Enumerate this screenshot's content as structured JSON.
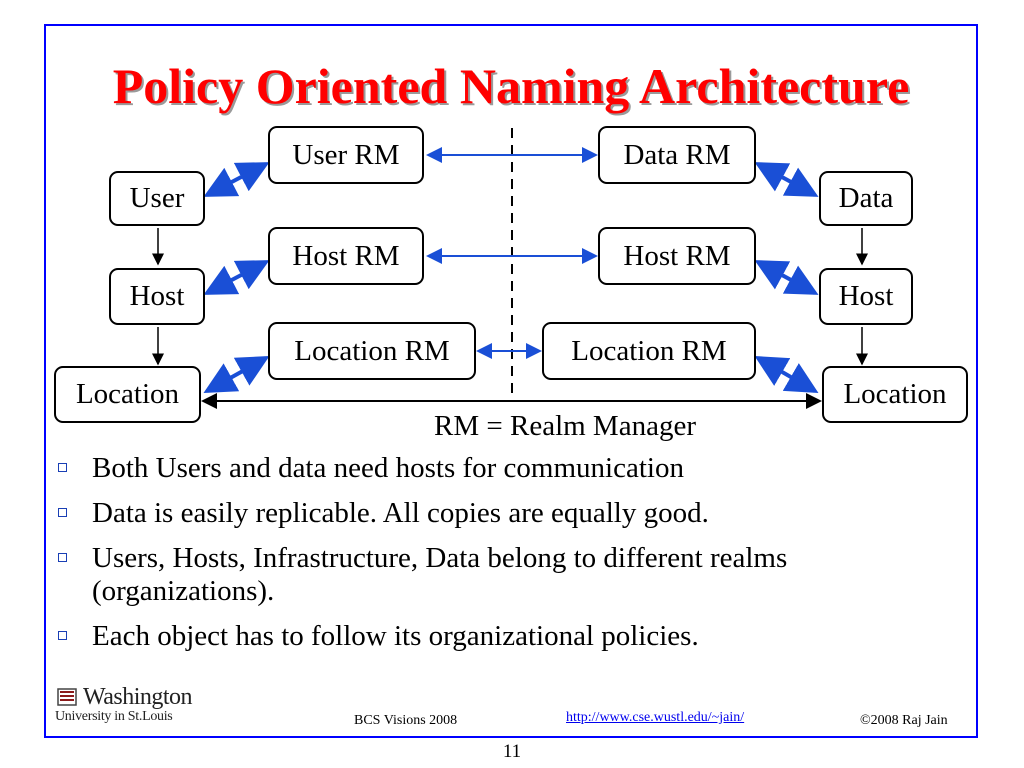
{
  "title": "Policy Oriented Naming Architecture",
  "diagram": {
    "left_nodes": [
      "User",
      "Host",
      "Location"
    ],
    "left_rms": [
      "User RM",
      "Host RM",
      "Location RM"
    ],
    "right_rms": [
      "Data RM",
      "Host RM",
      "Location RM"
    ],
    "right_nodes": [
      "Data",
      "Host",
      "Location"
    ],
    "legend": "RM = Realm Manager",
    "colors": {
      "arrow": "#1a4fd6",
      "border": "#000000"
    }
  },
  "bullets": [
    "Both Users and data need hosts for communication",
    "Data is easily replicable. All copies are equally good.",
    "Users, Hosts, Infrastructure, Data belong to different realms (organizations).",
    "Each object has to follow its organizational policies."
  ],
  "footer": {
    "logo_word": "Washington",
    "logo_sub": "University in St.Louis",
    "event": "BCS Visions 2008",
    "url": "http://www.cse.wustl.edu/~jain/",
    "copyright": "©2008 Raj Jain"
  },
  "page_number": "11",
  "colors": {
    "title": "#ff0000",
    "frame": "#0000ff",
    "bullet": "#1a3fb5",
    "link": "#0000ee"
  }
}
